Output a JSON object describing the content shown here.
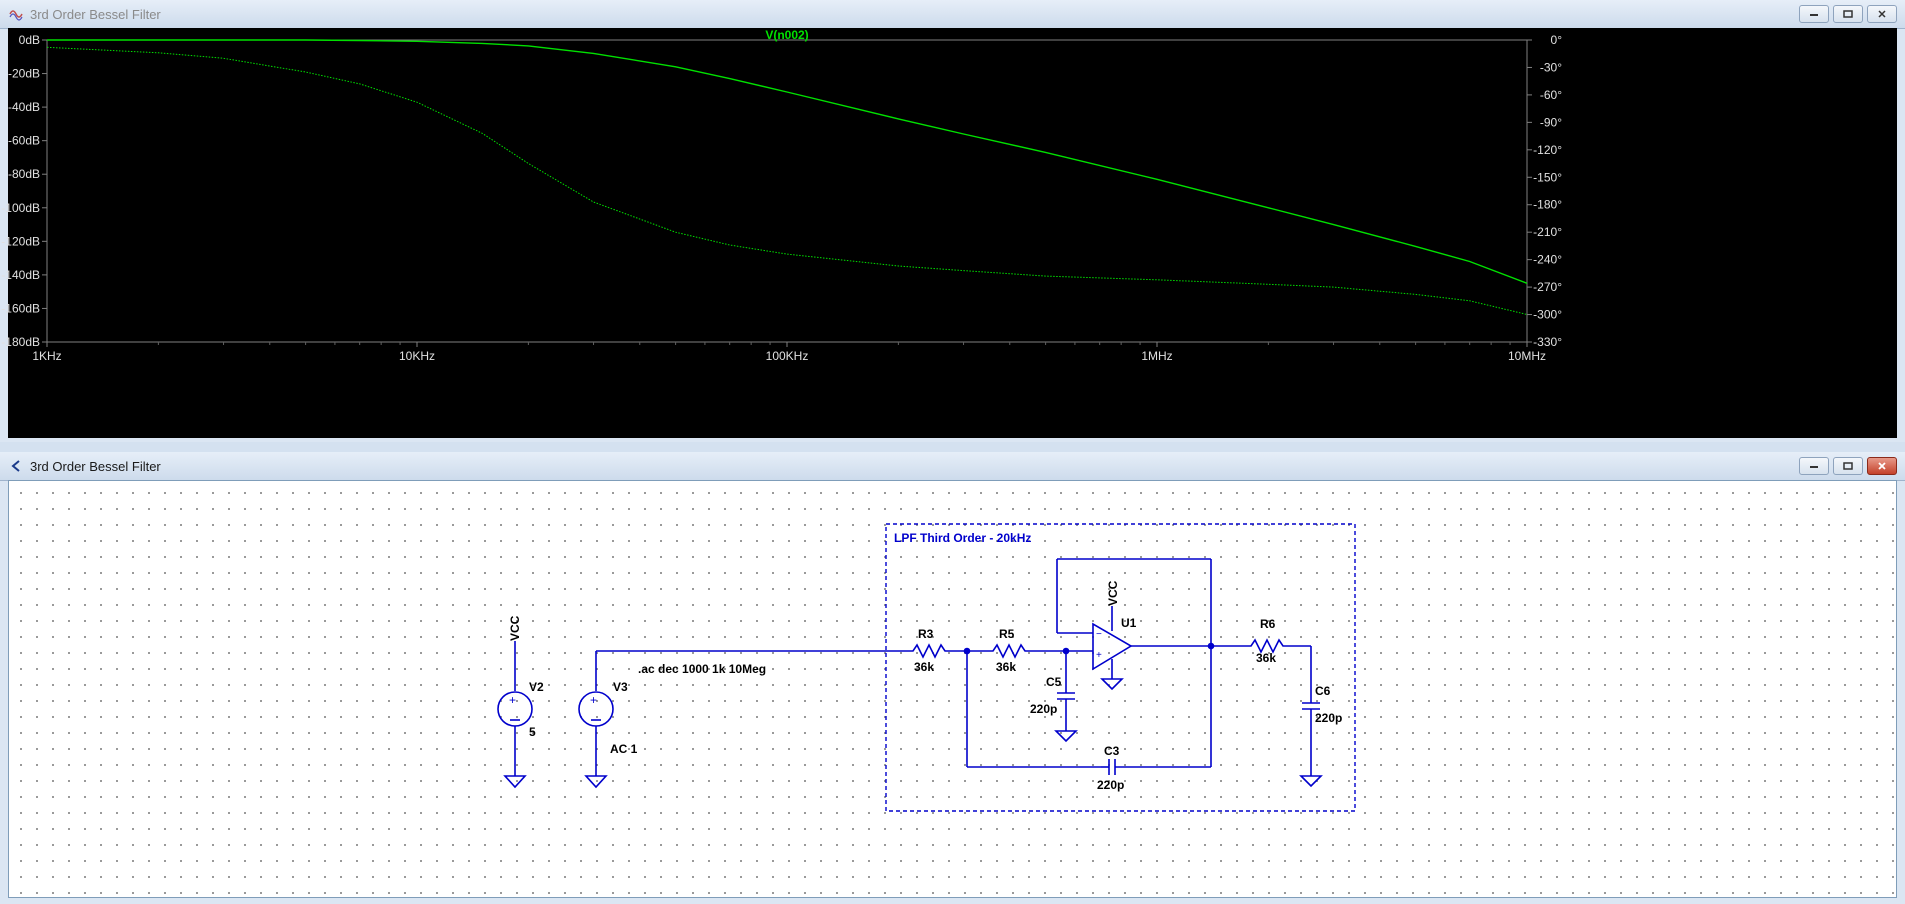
{
  "plot_window": {
    "title": "3rd Order Bessel Filter",
    "trace_label": "V(n002)",
    "left_axis_ticks": [
      "0dB",
      "-20dB",
      "-40dB",
      "-60dB",
      "-80dB",
      "-100dB",
      "-120dB",
      "-140dB",
      "-160dB",
      "-180dB"
    ],
    "right_axis_ticks": [
      "0°",
      "-30°",
      "-60°",
      "-90°",
      "-120°",
      "-150°",
      "-180°",
      "-210°",
      "-240°",
      "-270°",
      "-300°",
      "-330°"
    ],
    "x_axis_ticks": [
      "1KHz",
      "10KHz",
      "100KHz",
      "1MHz",
      "10MHz"
    ],
    "trace_color": "#00e000"
  },
  "chart_data": {
    "type": "line",
    "title": "V(n002)",
    "x_scale": "log",
    "xlim": [
      1000,
      10000000
    ],
    "ylim_left_db": [
      -180,
      0
    ],
    "ylim_right_deg": [
      -330,
      0
    ],
    "series": [
      {
        "name": "V(n002)",
        "axis": "left",
        "x": [
          1000,
          2000,
          3000,
          5000,
          7000,
          10000,
          15000,
          20000,
          30000,
          50000,
          70000,
          100000,
          200000,
          300000,
          500000,
          1000000,
          2000000,
          3000000,
          5000000,
          7000000,
          10000000
        ],
        "y": [
          0,
          0,
          0,
          0,
          -0.3,
          -0.8,
          -2,
          -3.5,
          -8,
          -16,
          -23,
          -31,
          -47,
          -56,
          -67,
          -83,
          -100,
          -110,
          -123,
          -132,
          -145
        ]
      },
      {
        "name": "",
        "axis": "right",
        "x": [
          1000,
          2000,
          3000,
          5000,
          7000,
          10000,
          15000,
          20000,
          30000,
          50000,
          70000,
          100000,
          200000,
          300000,
          500000,
          1000000,
          2000000,
          3000000,
          5000000,
          7000000,
          10000000
        ],
        "y": [
          -8,
          -14,
          -20,
          -35,
          -48,
          -68,
          -102,
          -135,
          -177,
          -210,
          -224,
          -234,
          -247,
          -252,
          -258,
          -262,
          -267,
          -270,
          -278,
          -285,
          -300
        ]
      }
    ]
  },
  "schematic_window": {
    "title": "3rd Order Bessel Filter",
    "box_label": "LPF Third Order - 20kHz",
    "directive": ".ac dec 1000 1k 10Meg",
    "v2": {
      "name": "V2",
      "value": "5",
      "net": "VCC"
    },
    "v3": {
      "name": "V3",
      "value": "AC 1"
    },
    "u1": {
      "name": "U1",
      "net": "VCC"
    },
    "r3": {
      "name": "R3",
      "value": "36k"
    },
    "r5": {
      "name": "R5",
      "value": "36k"
    },
    "r6": {
      "name": "R6",
      "value": "36k"
    },
    "c5": {
      "name": "C5",
      "value": "220p"
    },
    "c3": {
      "name": "C3",
      "value": "220p"
    },
    "c6": {
      "name": "C6",
      "value": "220p"
    },
    "wire_color": "#0000cc"
  }
}
